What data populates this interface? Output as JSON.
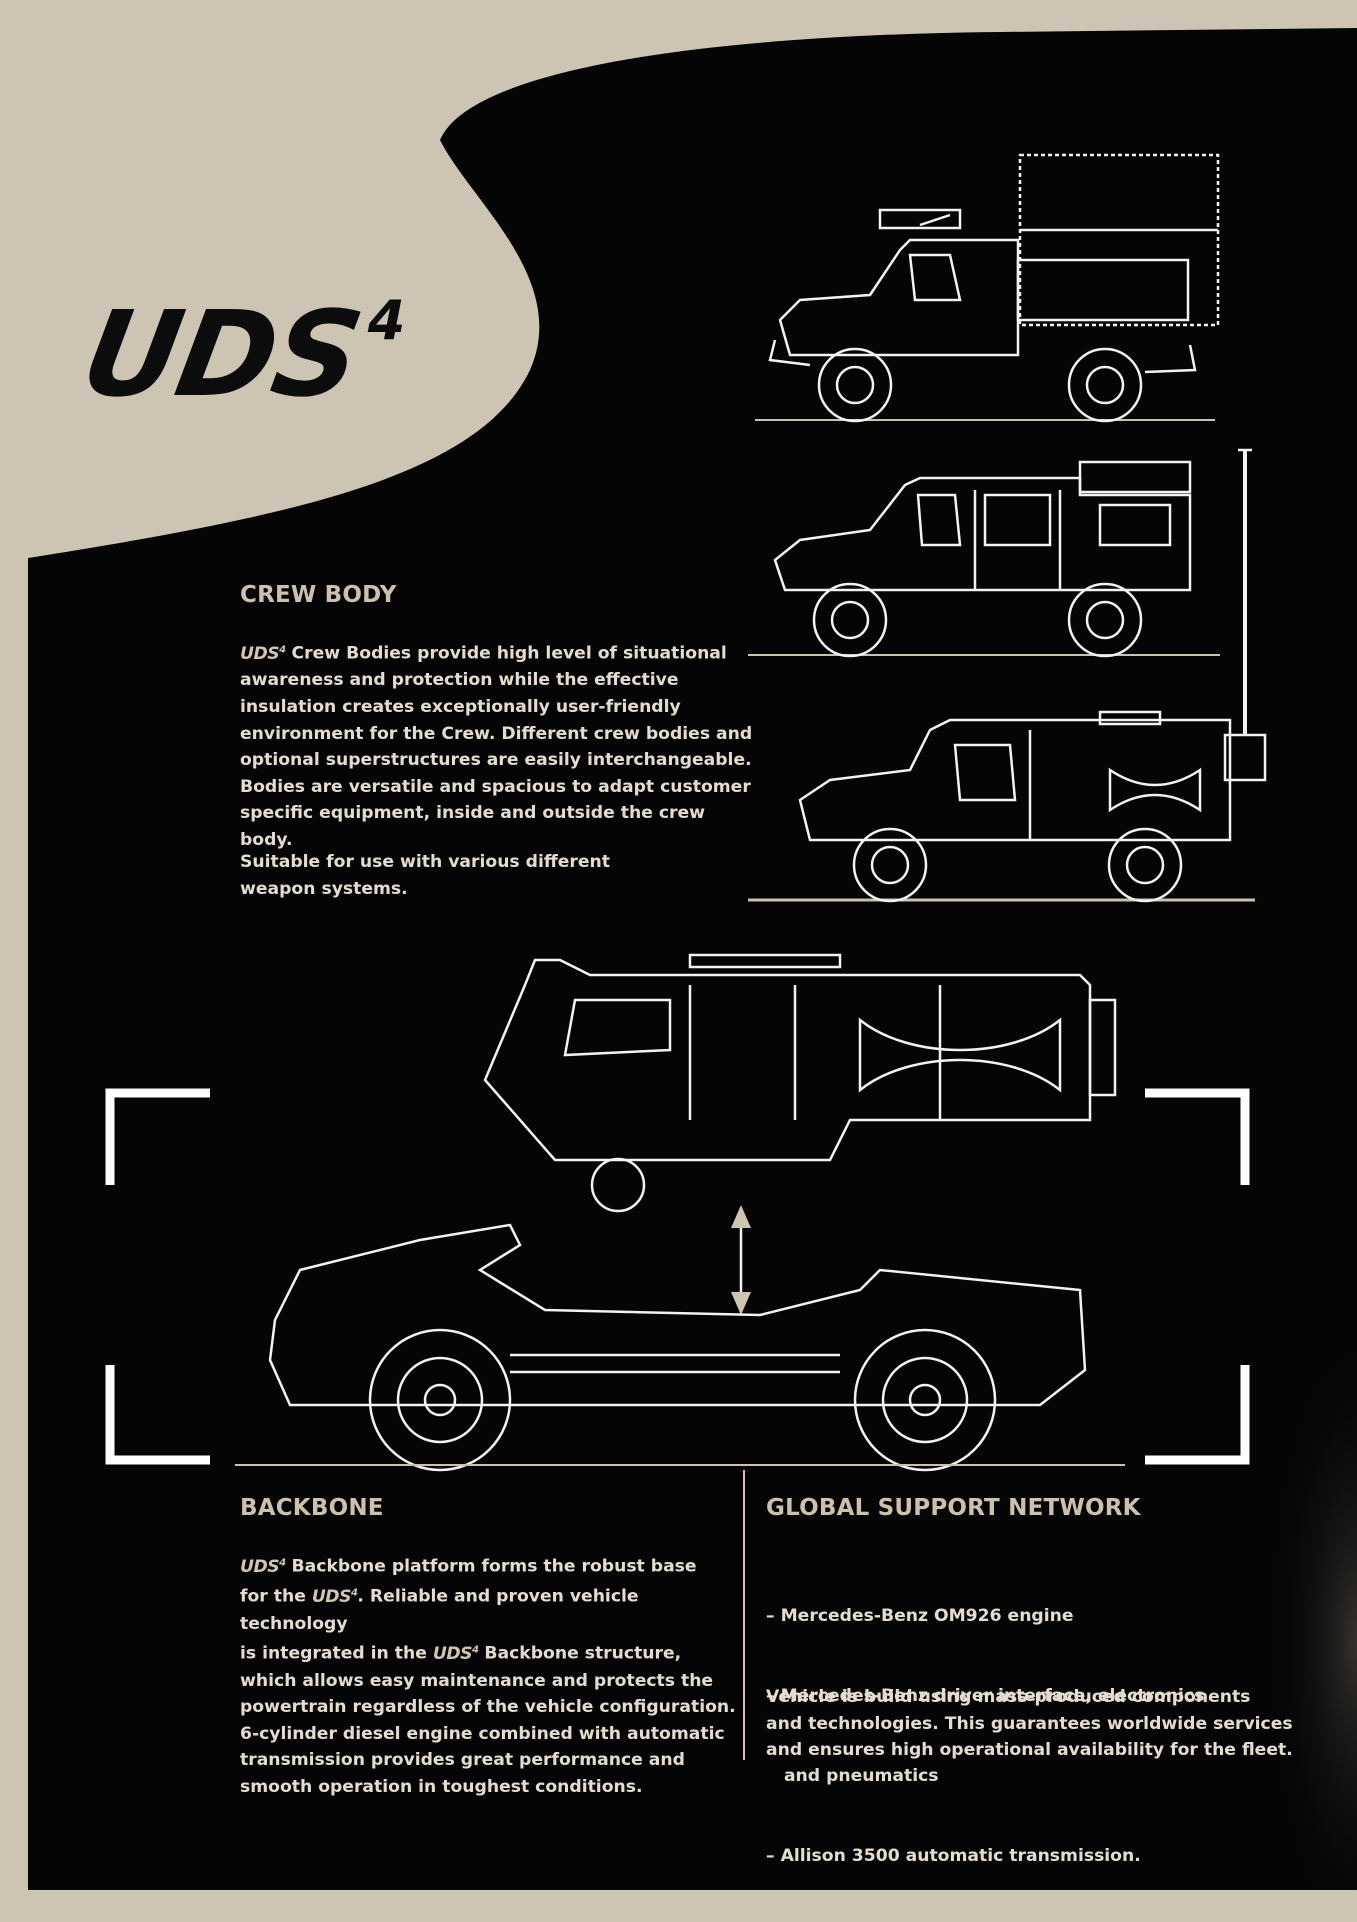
{
  "logo": {
    "text": "UDS",
    "superscript": "4"
  },
  "crew_body": {
    "heading": "CREW BODY",
    "brand": "UDS",
    "brand_sup": "4",
    "para1_rest_line1": " Crew Bodies provide high level of situational",
    "para1_lines": [
      "awareness and protection while the effective",
      "insulation creates exceptionally user-friendly",
      "environment for the Crew. Different crew bodies and",
      "optional superstructures are easily interchangeable.",
      "Bodies are versatile and spacious to adapt customer",
      "specific equipment, inside and outside the crew body."
    ],
    "para2_lines": [
      "Suitable for use with various different",
      "weapon systems."
    ]
  },
  "backbone": {
    "heading": "BACKBONE",
    "line1_rest": " Backbone platform forms the robust base",
    "line2_pre": "for the ",
    "line2_post": ". Reliable and proven vehicle technology",
    "line3_pre": "is integrated in the ",
    "line3_post": " Backbone structure,",
    "lines": [
      "which allows easy maintenance and protects the",
      "powertrain regardless of the vehicle configuration.",
      "6-cylinder diesel engine combined with automatic",
      "transmission provides great performance and",
      "smooth operation in toughest conditions."
    ]
  },
  "global_support": {
    "heading": "GLOBAL SUPPORT NETWORK",
    "list": [
      "– Mercedes-Benz OM926 engine",
      "– Mercedes-Benz driver interface, electronics",
      "   and pneumatics",
      "– Allison 3500 automatic transmission."
    ],
    "para_lines": [
      "Vehicle is build using mass-produced components",
      "and technologies. This guarantees worldwide services",
      "and ensures high operational availability for the fleet."
    ]
  },
  "colors": {
    "beige": "#cdc4b4",
    "black": "#050505",
    "heading": "#cbc1ad",
    "text": "#e3dccf",
    "line_art": "#f2f2f2"
  }
}
